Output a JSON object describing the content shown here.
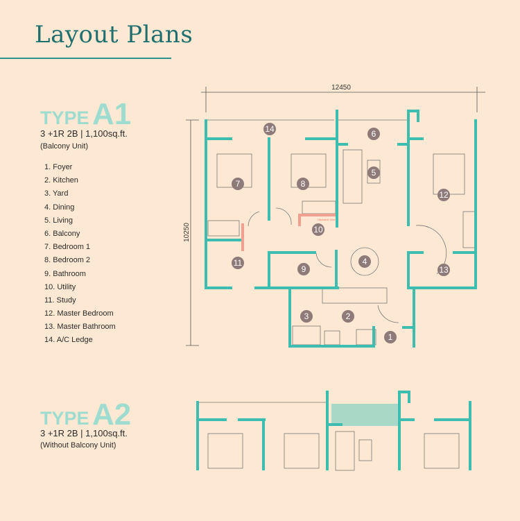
{
  "header": {
    "title": "Layout Plans"
  },
  "type_a1": {
    "prefix": "TYPE",
    "code": "A1",
    "spec": "3 +1R 2B | 1,100sq.ft.",
    "note": "(Balcony Unit)"
  },
  "type_a2": {
    "prefix": "TYPE",
    "code": "A2",
    "spec": "3 +1R 2B | 1,100sq.ft.",
    "note": "(Without Balcony Unit)"
  },
  "legend": [
    "1. Foyer",
    "2. Kitchen",
    "3. Yard",
    "4. Dining",
    "5. Living",
    "6. Balcony",
    "7. Bedroom 1",
    "8. Bedroom 2",
    "9. Bathroom",
    "10. Utility",
    "11. Study",
    "12. Master Bedroom",
    "13. Master Bathroom",
    "14. A/C Ledge"
  ],
  "plan": {
    "width_dim": "12450",
    "height_dim": "10250",
    "hackable_wall": "Hackable Wall",
    "markers": [
      "1",
      "2",
      "3",
      "4",
      "5",
      "6",
      "7",
      "8",
      "9",
      "10",
      "11",
      "12",
      "13",
      "14"
    ]
  },
  "colors": {
    "wall": "#3dbdb0",
    "heading": "#1f6f6f",
    "type": "#9fdcd0",
    "marker": "#8f7a7a",
    "hack": "#f0a090"
  }
}
